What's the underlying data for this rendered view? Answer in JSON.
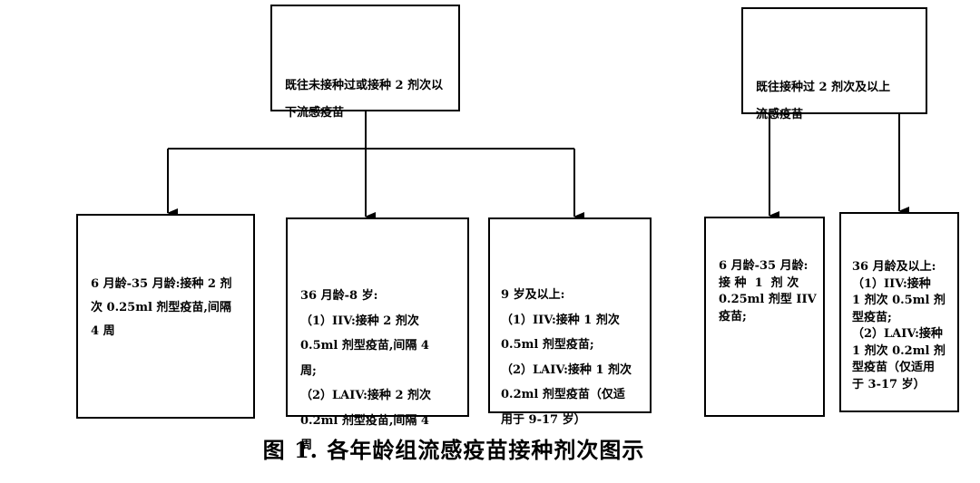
{
  "top_boxes": {
    "left": "既往未接种过或接种 2 剂次以\n下流感疫苗",
    "right": "既往接种过 2 剂次及以上\n流感疫苗"
  },
  "left_branches": [
    "6 月龄-35 月龄:接种 2 剂\n次 0.25ml 剂型疫苗,间隔\n4 周",
    "36 月龄-8 岁:\n（1）IIV:接种 2 剂次\n0.5ml 剂型疫苗,间隔 4\n周;\n（2）LAIV:接种 2 剂次\n0.2ml 剂型疫苗,间隔 4\n周",
    "9 岁及以上:\n（1）IIV:接种 1 剂次\n0.5ml 剂型疫苗;\n（2）LAIV:接种 1 剂次\n0.2ml 剂型疫苗（仅适\n用于 9-17 岁）"
  ],
  "right_branches": [
    "6 月龄-35 月龄:\n接 种  1  剂 次\n0.25ml 剂型 IIV\n疫苗;",
    "36 月龄及以上:\n（1）IIV:接种\n1 剂次 0.5ml 剂\n型疫苗;\n（2）LAIV:接种\n1 剂次 0.2ml 剂\n型疫苗（仅适用\n于 3-17 岁）"
  ],
  "caption": "图 1. 各年龄组流感疫苗接种剂次图示"
}
